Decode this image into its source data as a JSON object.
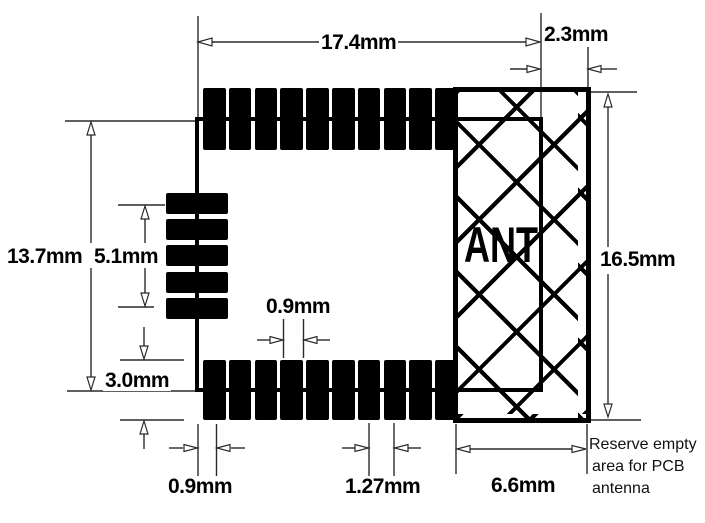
{
  "drawing": {
    "dim_module_width": "17.4mm",
    "dim_antenna_overhang": "2.3mm",
    "dim_total_height": "16.5mm",
    "dim_module_height": "13.7mm",
    "dim_side_pads_span": "5.1mm",
    "dim_pad_length": "3.0mm",
    "dim_pad_width": "0.9mm",
    "dim_edge_pad_width": "0.9mm",
    "dim_pad_pitch": "1.27mm",
    "dim_antenna_area_width": "6.6mm",
    "antenna_label": "ANT",
    "note": {
      "line1": "Reserve empty",
      "line2": "area for PCB",
      "line3": "antenna"
    }
  },
  "colors": {
    "ink": "#000000",
    "background": "#ffffff"
  }
}
